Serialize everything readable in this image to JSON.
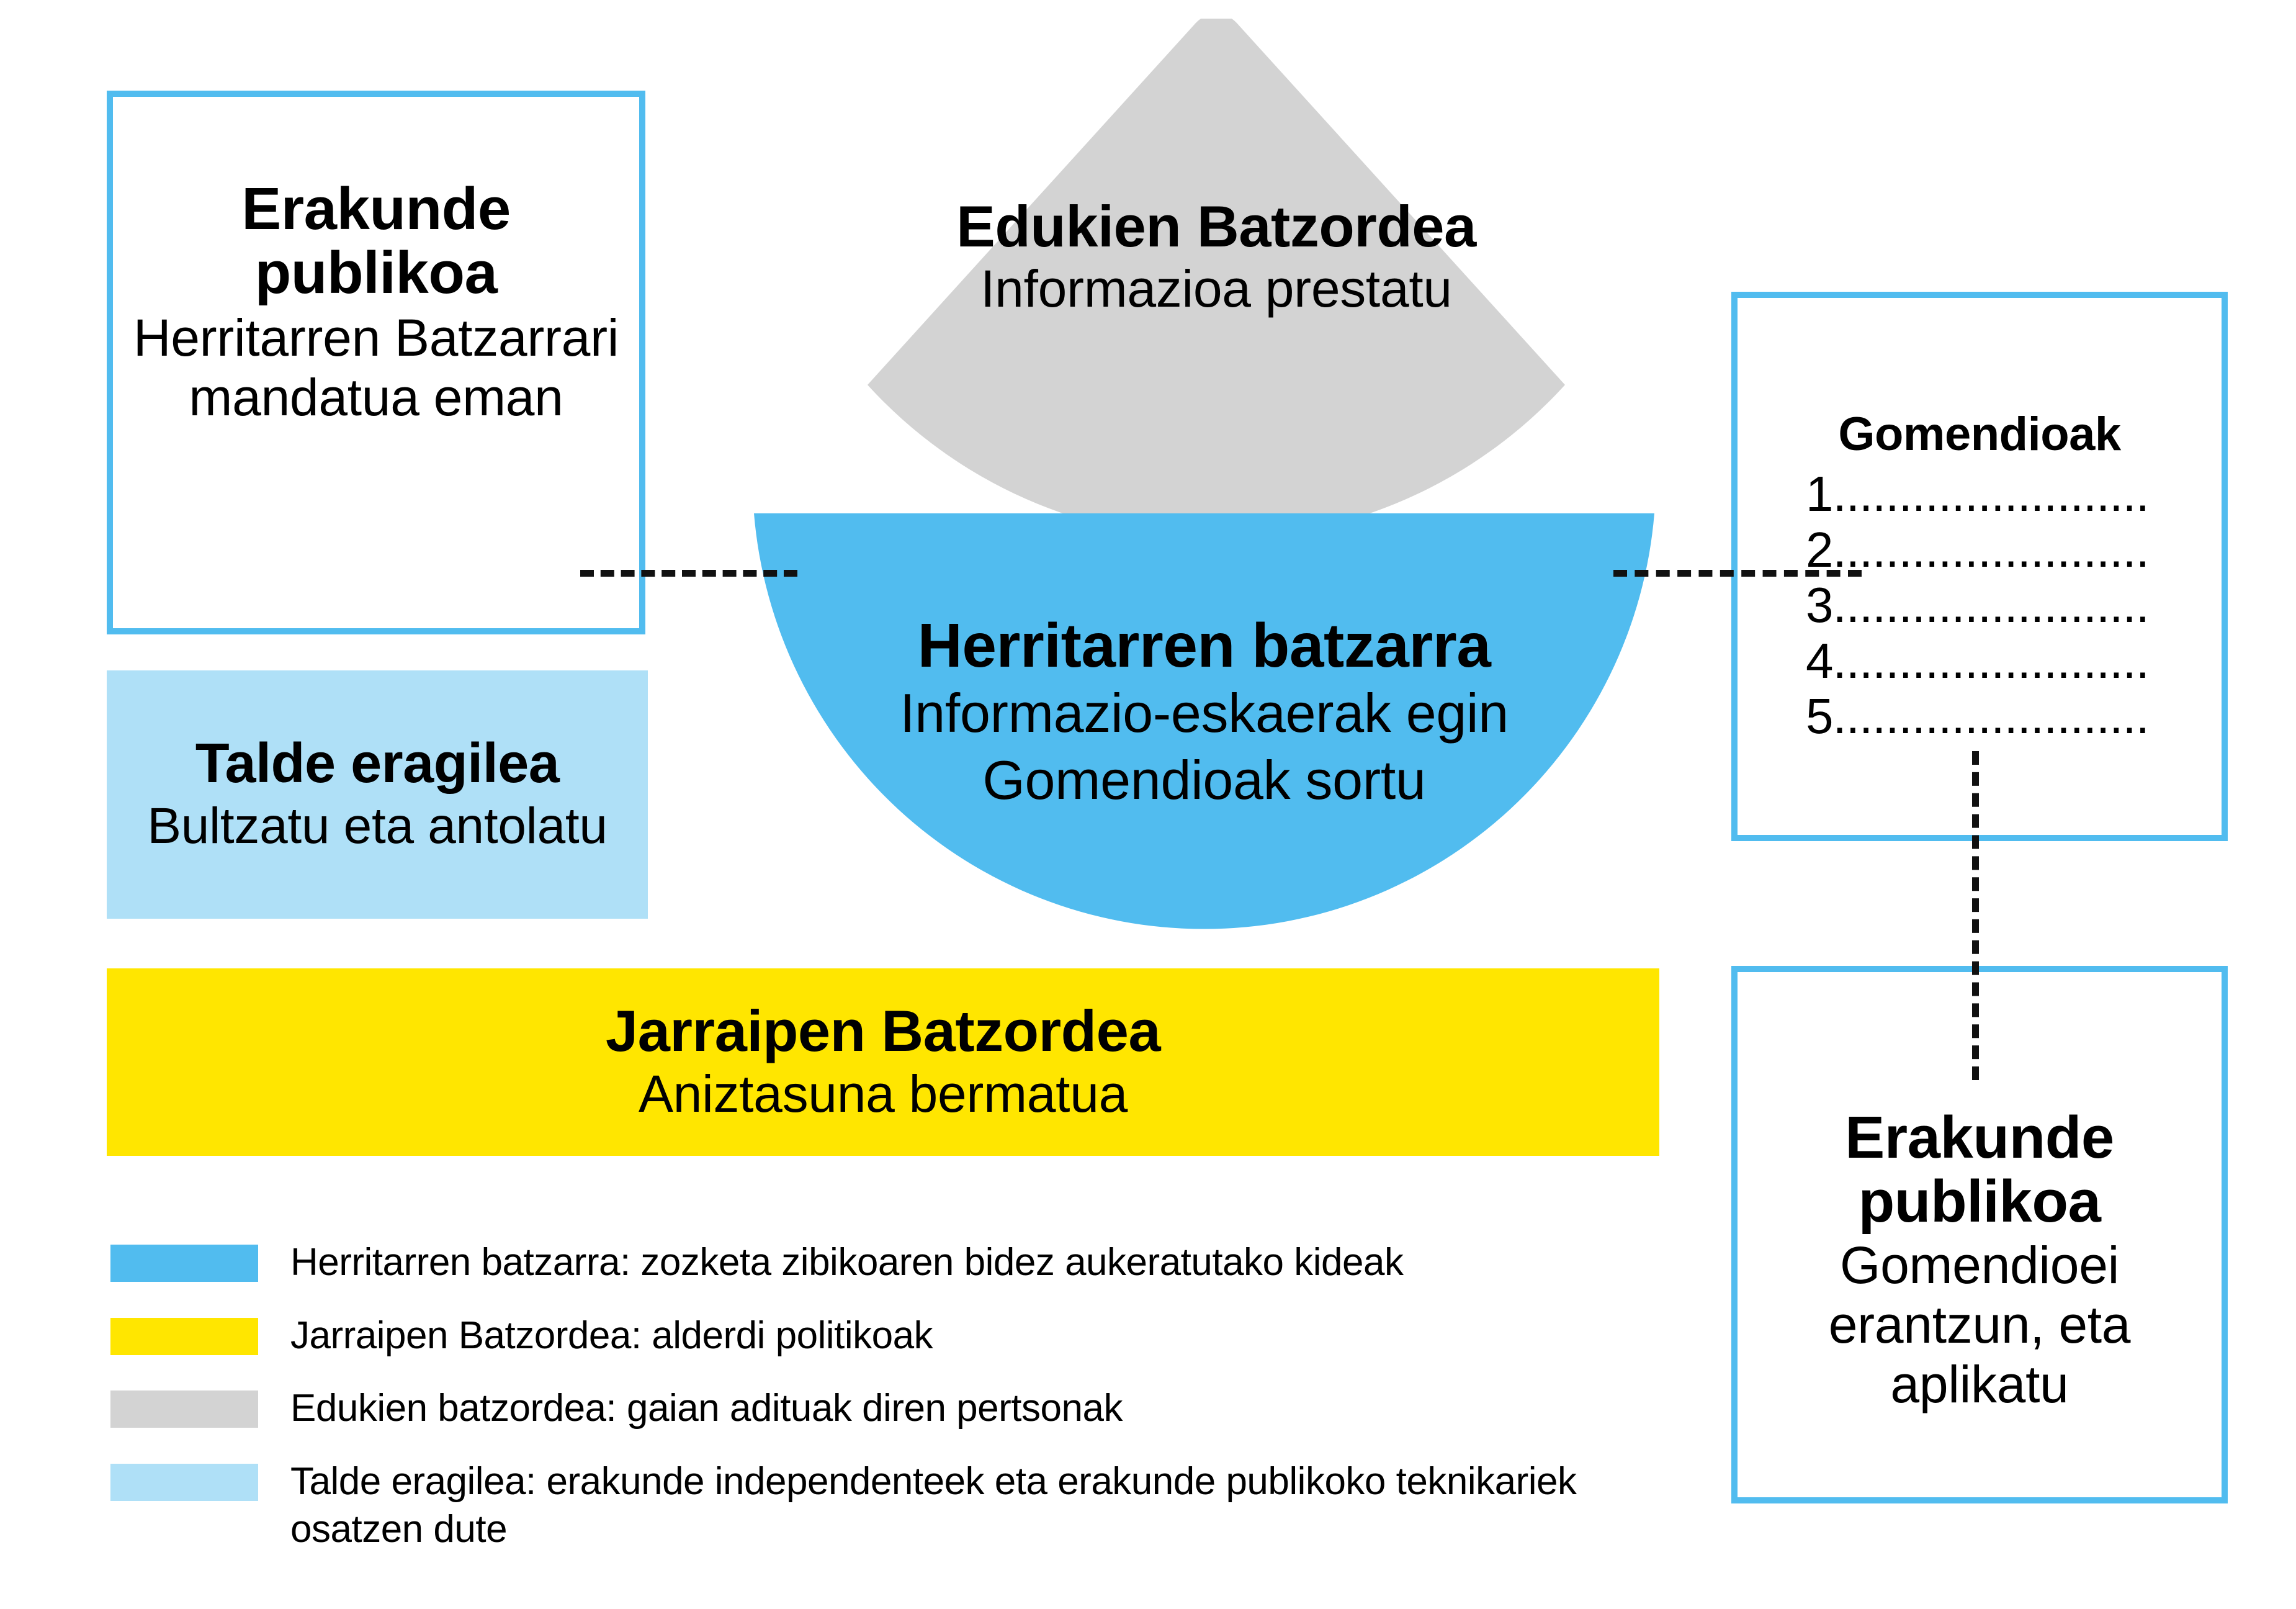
{
  "diagram": {
    "left_institution": {
      "title": "Erakunde publikoa",
      "subtitle": "Herritarren Batzarrari mandatua eman"
    },
    "working_group": {
      "title": "Talde eragilea",
      "subtitle": "Bultzatu eta antolatu"
    },
    "follow_up_committee": {
      "title": "Jarraipen Batzordea",
      "subtitle": "Aniztasuna bermatua"
    },
    "content_committee": {
      "title": "Edukien Batzordea",
      "subtitle": "Informazioa prestatu"
    },
    "citizens_assembly": {
      "title": "Herritarren batzarra",
      "subtitle_line1": "Informazio-eskaerak egin",
      "subtitle_line2": "Gomendioak sortu"
    },
    "recommendations": {
      "title": "Gomendioak",
      "lines": [
        "1.........................",
        "2.........................",
        "3.........................",
        "4.........................",
        "5........................."
      ]
    },
    "right_institution": {
      "title": "Erakunde publikoa",
      "subtitle": "Gomendioei erantzun, eta aplikatu"
    }
  },
  "legend": {
    "items": [
      {
        "color": "#51BCEF",
        "label": "Herritarren batzarra: zozketa zibikoaren bidez aukeratutako kideak"
      },
      {
        "color": "#FFE600",
        "label": "Jarraipen Batzordea: alderdi politikoak"
      },
      {
        "color": "#D3D3D3",
        "label": "Edukien batzordea: gaian adituak diren pertsonak"
      },
      {
        "color": "#AFE0F7",
        "label": "Talde eragilea: erakunde independenteek eta erakunde publikoko teknikariek osatzen dute"
      }
    ]
  },
  "colors": {
    "accent_blue": "#51BCEF",
    "light_blue": "#AFE0F7",
    "yellow": "#FFE600",
    "grey": "#D3D3D3",
    "text": "#000000"
  }
}
